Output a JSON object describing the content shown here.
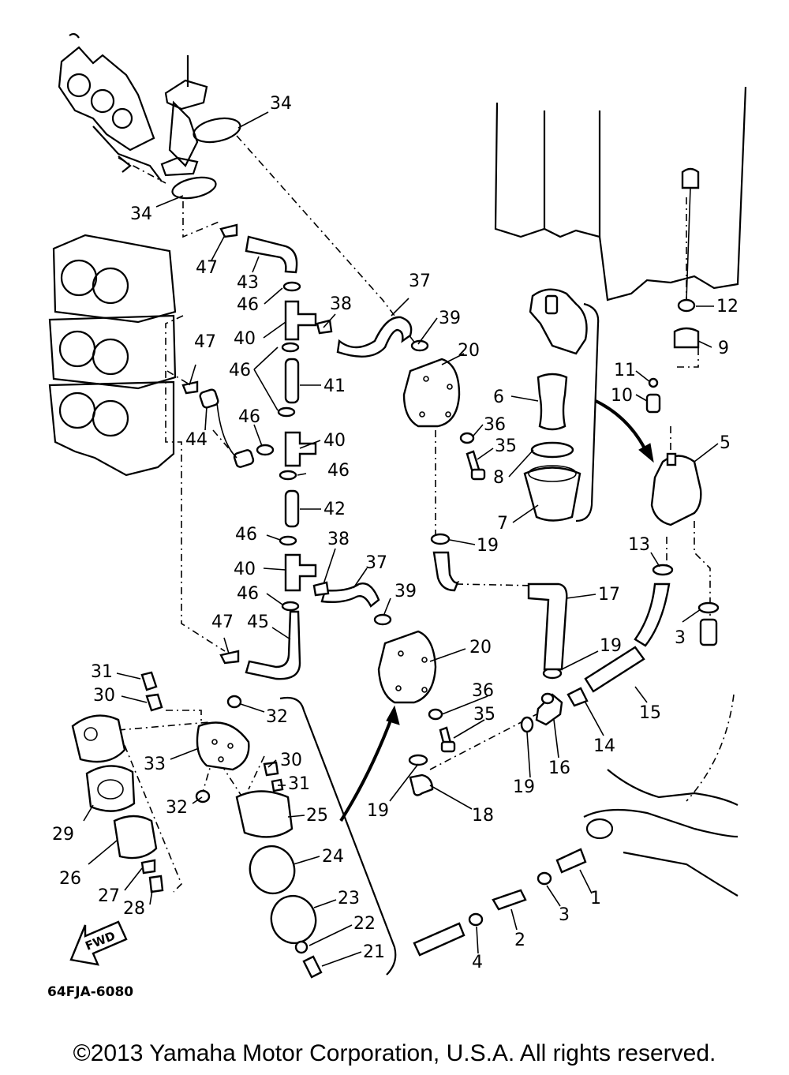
{
  "diagram_code": "64FJA-6080",
  "copyright": "©2013 Yamaha Motor Corporation, U.S.A. All rights reserved.",
  "fwd_label": "FWD",
  "callouts": [
    {
      "id": "c34a",
      "label": "34"
    },
    {
      "id": "c34b",
      "label": "34"
    },
    {
      "id": "c47a",
      "label": "47"
    },
    {
      "id": "c43",
      "label": "43"
    },
    {
      "id": "c46a",
      "label": "46"
    },
    {
      "id": "c37a",
      "label": "37"
    },
    {
      "id": "c38a",
      "label": "38"
    },
    {
      "id": "c40a",
      "label": "40"
    },
    {
      "id": "c39a",
      "label": "39"
    },
    {
      "id": "c20a",
      "label": "20"
    },
    {
      "id": "c46b",
      "label": "46"
    },
    {
      "id": "c47b",
      "label": "47"
    },
    {
      "id": "c41",
      "label": "41"
    },
    {
      "id": "c44",
      "label": "44"
    },
    {
      "id": "c46c",
      "label": "46"
    },
    {
      "id": "c40b",
      "label": "40"
    },
    {
      "id": "c36a",
      "label": "36"
    },
    {
      "id": "c35a",
      "label": "35"
    },
    {
      "id": "c46d",
      "label": "46"
    },
    {
      "id": "c42",
      "label": "42"
    },
    {
      "id": "c46e",
      "label": "46"
    },
    {
      "id": "c38b",
      "label": "38"
    },
    {
      "id": "c37b",
      "label": "37"
    },
    {
      "id": "c40c",
      "label": "40"
    },
    {
      "id": "c46f",
      "label": "46"
    },
    {
      "id": "c39b",
      "label": "39"
    },
    {
      "id": "c47c",
      "label": "47"
    },
    {
      "id": "c45",
      "label": "45"
    },
    {
      "id": "c20b",
      "label": "20"
    },
    {
      "id": "c19a",
      "label": "19"
    },
    {
      "id": "c12",
      "label": "12"
    },
    {
      "id": "c9",
      "label": "9"
    },
    {
      "id": "c11",
      "label": "11"
    },
    {
      "id": "c10",
      "label": "10"
    },
    {
      "id": "c6",
      "label": "6"
    },
    {
      "id": "c5",
      "label": "5"
    },
    {
      "id": "c8",
      "label": "8"
    },
    {
      "id": "c7",
      "label": "7"
    },
    {
      "id": "c13",
      "label": "13"
    },
    {
      "id": "c17",
      "label": "17"
    },
    {
      "id": "c3a",
      "label": "3"
    },
    {
      "id": "c19b",
      "label": "19"
    },
    {
      "id": "c15",
      "label": "15"
    },
    {
      "id": "c14",
      "label": "14"
    },
    {
      "id": "c16",
      "label": "16"
    },
    {
      "id": "c19c",
      "label": "19"
    },
    {
      "id": "c31a",
      "label": "31"
    },
    {
      "id": "c30a",
      "label": "30"
    },
    {
      "id": "c32a",
      "label": "32"
    },
    {
      "id": "c36b",
      "label": "36"
    },
    {
      "id": "c35b",
      "label": "35"
    },
    {
      "id": "c33",
      "label": "33"
    },
    {
      "id": "c30b",
      "label": "30"
    },
    {
      "id": "c31b",
      "label": "31"
    },
    {
      "id": "c32b",
      "label": "32"
    },
    {
      "id": "c25",
      "label": "25"
    },
    {
      "id": "c29",
      "label": "29"
    },
    {
      "id": "c19d",
      "label": "19"
    },
    {
      "id": "c18",
      "label": "18"
    },
    {
      "id": "c24",
      "label": "24"
    },
    {
      "id": "c26",
      "label": "26"
    },
    {
      "id": "c27",
      "label": "27"
    },
    {
      "id": "c28",
      "label": "28"
    },
    {
      "id": "c23",
      "label": "23"
    },
    {
      "id": "c22",
      "label": "22"
    },
    {
      "id": "c21",
      "label": "21"
    },
    {
      "id": "c1",
      "label": "1"
    },
    {
      "id": "c3b",
      "label": "3"
    },
    {
      "id": "c2",
      "label": "2"
    },
    {
      "id": "c4",
      "label": "4"
    }
  ]
}
